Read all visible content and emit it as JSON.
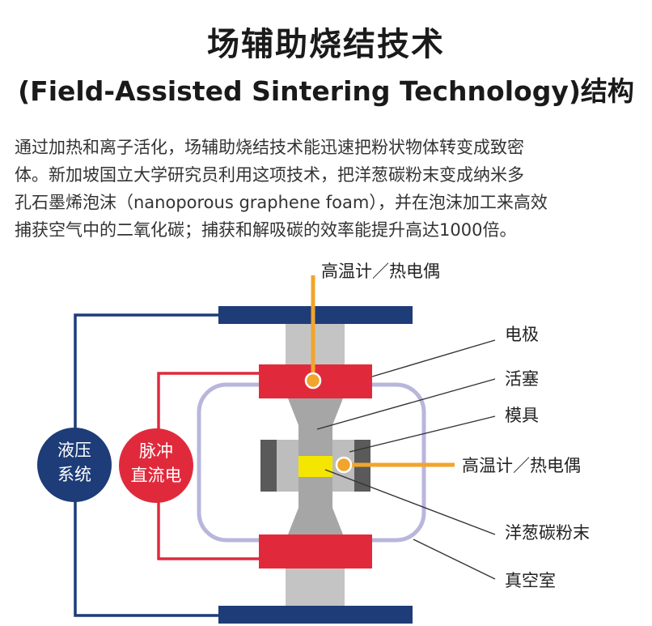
{
  "title": "场辅助烧结技术",
  "subtitle_en": "(Field-Assisted Sintering Technology)",
  "subtitle_cn": "结构",
  "description_lines": [
    "通过加热和离子活化，场辅助烧结技术能迅速把粉状物体转变成致密",
    "体。新加坡国立大学研究员利用这项技术，把洋葱碳粉末变成纳米多",
    "孔石墨烯泡沫（nanoporous graphene foam），并在泡沫加工来高效",
    "捕获空气中的二氧化碳；捕获和解吸碳的效率能提升高达1000倍。"
  ],
  "labels": {
    "pyrometer_top": "高温计／热电偶",
    "electrode": "电极",
    "piston": "活塞",
    "die": "模具",
    "pyrometer_side": "高温计／热电偶",
    "powder": "洋葱碳粉末",
    "vacuum": "真空室",
    "hydraulic_line1": "液压",
    "hydraulic_line2": "系统",
    "pulse_line1": "脉冲",
    "pulse_line2": "直流电"
  },
  "colors": {
    "navy": "#1d3c78",
    "red": "#e02a3c",
    "orange": "#f1a52c",
    "yellow": "#f4e600",
    "gray": "#bfbfbf",
    "lavender": "#b9b6dc"
  }
}
